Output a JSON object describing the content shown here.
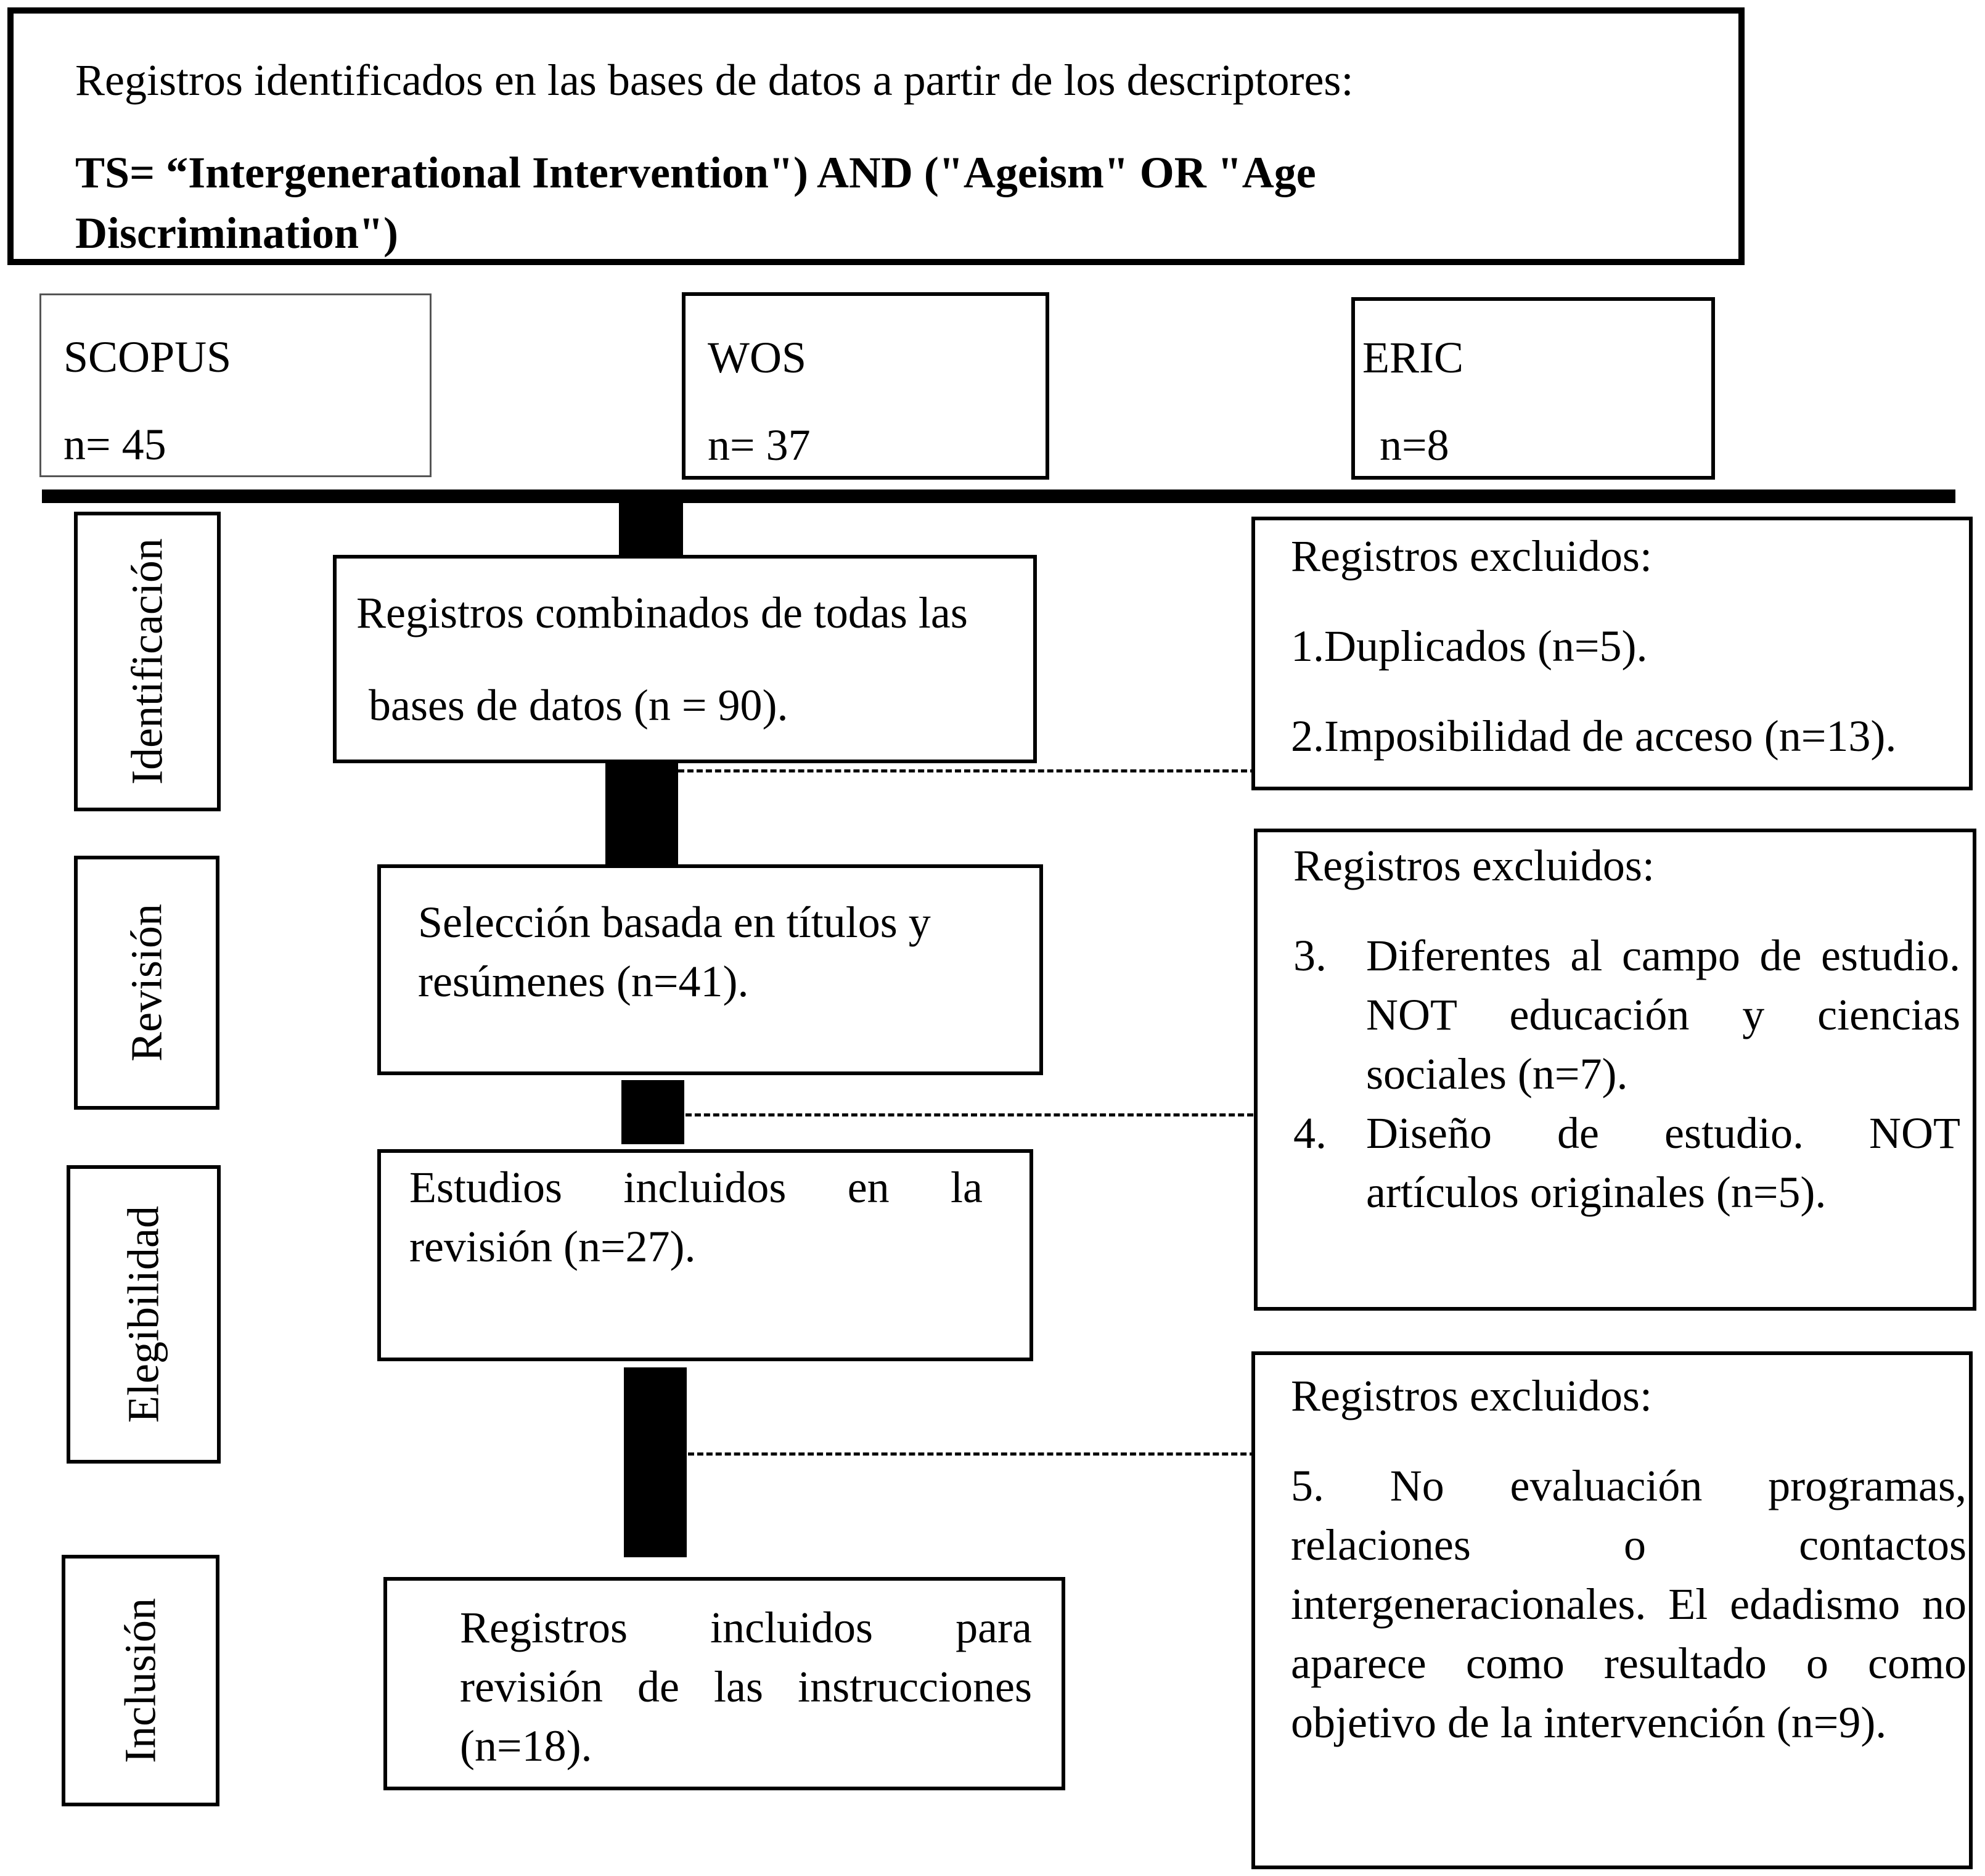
{
  "header": {
    "line1": "Registros identificados en las bases de datos a partir de los descriptores:",
    "query_line1": "TS= “Intergenerational Intervention\") AND (\"Ageism\" OR \"Age",
    "query_line2": "Discrimination\")"
  },
  "databases": [
    {
      "name": "SCOPUS",
      "count": "n= 45"
    },
    {
      "name": "WOS",
      "count": "n= 37"
    },
    {
      "name": "ERIC",
      "count": "n=8"
    }
  ],
  "phases": [
    "Identificación",
    "Revisión",
    "Elegibilidad",
    "Inclusión"
  ],
  "steps": {
    "combined": {
      "line1": "Registros combinados de todas las",
      "line2": "bases de datos (n = 90)."
    },
    "selection": {
      "line1": "Selección basada en títulos y",
      "line2": "resúmenes (n=41)."
    },
    "included_review": {
      "text": "Estudios incluidos en la revisión (n=27)."
    },
    "included_final": {
      "text": "Registros incluidos para revisión de las instrucciones (n=18)."
    }
  },
  "exclusions": {
    "first": {
      "title": "Registros excluidos:",
      "item1": "1.Duplicados (n=5).",
      "item2": "2.Imposibilidad de acceso (n=13)."
    },
    "second": {
      "title": "Registros excluidos:",
      "item3_num": "3.",
      "item3_text": "Diferentes al campo de estudio. NOT educación y ciencias sociales (n=7).",
      "item4_num": "4.",
      "item4_text": "Diseño de estudio. NOT artículos originales (n=5)."
    },
    "third": {
      "title": "Registros excluidos:",
      "item5": "5. No evaluación programas, relaciones o contactos intergeneracionales. El edadismo no aparece como resultado o como objetivo de la intervención (n=9)."
    }
  }
}
